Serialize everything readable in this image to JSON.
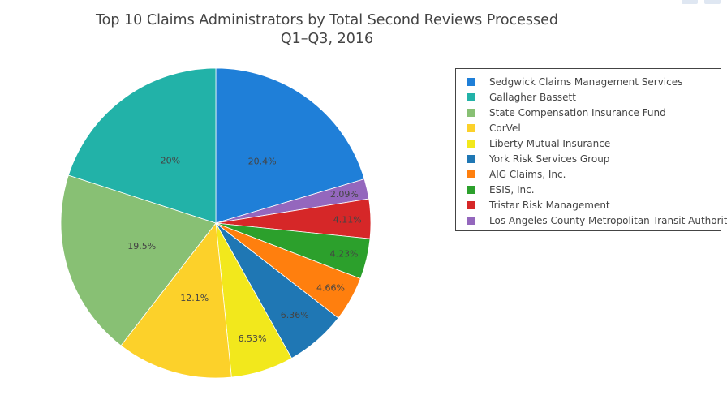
{
  "chart_data": {
    "type": "pie",
    "title_lines": [
      "Top 10 Claims Administrators by Total Second Reviews Processed",
      "Q1–Q3, 2016"
    ],
    "direction": "clockwise",
    "start_angle_deg": 0,
    "legend_position": "right",
    "slices": [
      {
        "label": "Sedgwick Claims Management Services",
        "value": 20.4,
        "display": "20.4%",
        "color": "#1f7fd8"
      },
      {
        "label": "Los Angeles County Metropolitan Transit Authority",
        "value": 2.09,
        "display": "2.09%",
        "color": "#9467bd"
      },
      {
        "label": "Tristar Risk Management",
        "value": 4.11,
        "display": "4.11%",
        "color": "#d62728"
      },
      {
        "label": "ESIS, Inc.",
        "value": 4.23,
        "display": "4.23%",
        "color": "#2ca02c"
      },
      {
        "label": "AIG Claims, Inc.",
        "value": 4.66,
        "display": "4.66%",
        "color": "#ff7f0e"
      },
      {
        "label": "York Risk Services Group",
        "value": 6.36,
        "display": "6.36%",
        "color": "#1f77b4"
      },
      {
        "label": "Liberty Mutual Insurance",
        "value": 6.53,
        "display": "6.53%",
        "color": "#f2e81c"
      },
      {
        "label": "CorVel",
        "value": 12.1,
        "display": "12.1%",
        "color": "#fcd12a"
      },
      {
        "label": "State Compensation Insurance Fund",
        "value": 19.5,
        "display": "19.5%",
        "color": "#88c074"
      },
      {
        "label": "Gallagher Bassett",
        "value": 20.0,
        "display": "20%",
        "color": "#22b2a8"
      }
    ],
    "legend_order": [
      "Sedgwick Claims Management Services",
      "Gallagher Bassett",
      "State Compensation Insurance Fund",
      "CorVel",
      "Liberty Mutual Insurance",
      "York Risk Services Group",
      "AIG Claims, Inc.",
      "ESIS, Inc.",
      "Tristar Risk Management",
      "Los Angeles County Metropolitan Transit Authority"
    ]
  }
}
